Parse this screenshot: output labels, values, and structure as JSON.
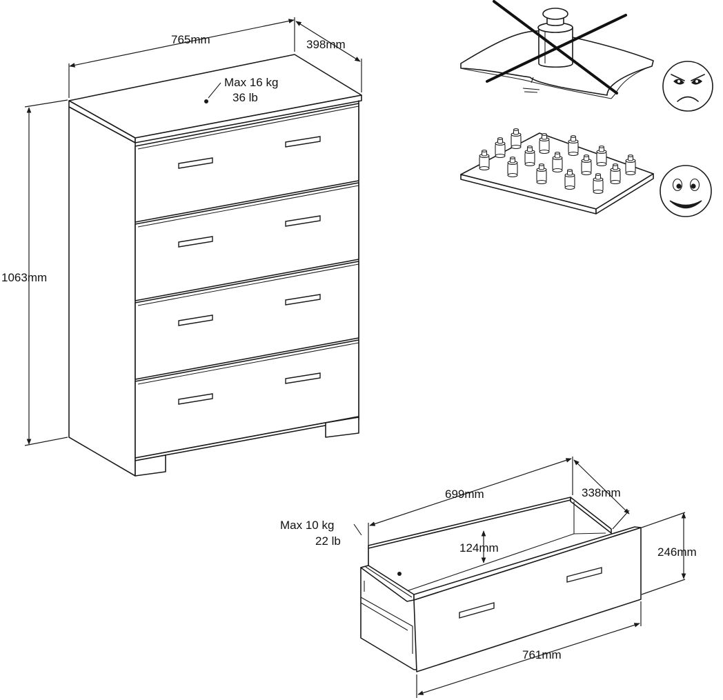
{
  "chest": {
    "width_label": "765mm",
    "depth_label": "398mm",
    "height_label": "1063mm",
    "top_load_kg": "Max 16 kg",
    "top_load_lb": "36 lb"
  },
  "drawer": {
    "inner_width_label": "699mm",
    "inner_depth_label": "338mm",
    "inner_height_label": "124mm",
    "front_height_label": "246mm",
    "front_width_label": "761mm",
    "load_kg": "Max 10 kg",
    "load_lb": "22 lb"
  },
  "load_guide": {
    "wrong_face_icon": "angry-face-icon",
    "right_face_icon": "smiley-face-icon"
  }
}
